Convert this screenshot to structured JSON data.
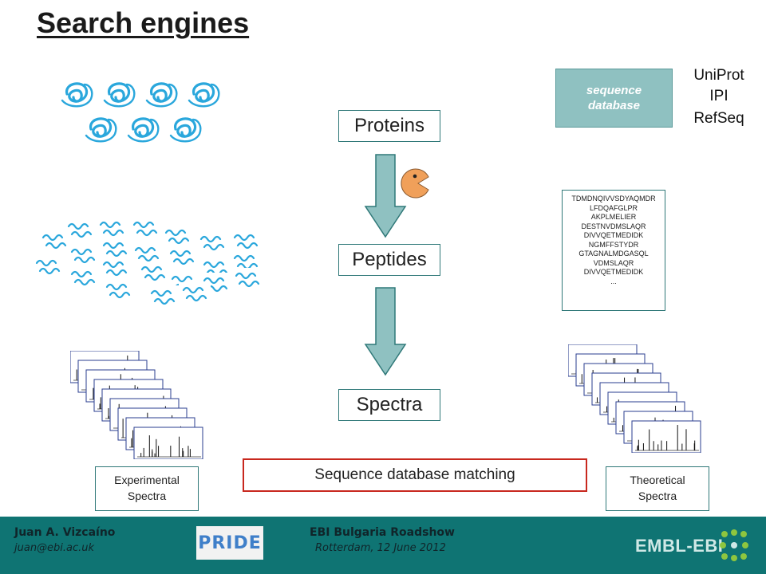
{
  "slide": {
    "title": "Search engines",
    "flow": {
      "proteins": "Proteins",
      "peptides": "Peptides",
      "spectra": "Spectra"
    },
    "sequence_db": {
      "line1": "sequence",
      "line2": "database"
    },
    "db_names": [
      "UniProt",
      "IPI",
      "RefSeq"
    ],
    "peptide_list": [
      "TDMDNQIVVSDYAQMDR",
      "LFDQAFGLPR",
      "AKPLMELIER",
      "DESTNVDMSLAQR",
      "DIVVQETMEDIDK",
      "NGMFFSTYDR",
      "GTAGNALMDGASQL",
      "VDMSLAQR",
      "DIVVQETMEDIDK",
      "..."
    ],
    "experimental_label": {
      "line1": "Experimental",
      "line2": "Spectra"
    },
    "theoretical_label": {
      "line1": "Theoretical",
      "line2": "Spectra"
    },
    "matching_label": "Sequence database matching"
  },
  "footer": {
    "author": "Juan A. Vizcaíno",
    "email": "juan@ebi.ac.uk",
    "logo_text": "PRIDE",
    "event": "EBI Bulgaria Roadshow",
    "event_location": "Rotterdam, 12 June 2012",
    "org_logo_text": "EMBL-EBI"
  },
  "colors": {
    "teal_border": "#2f7878",
    "arrow_fill": "#8fc1c1",
    "seq_db_fill": "#8fc1c1",
    "footer_bg": "#0f7473",
    "match_border": "#c8281e",
    "protein_blue": "#2aa7dc",
    "pacman_orange": "#f0a05a"
  }
}
